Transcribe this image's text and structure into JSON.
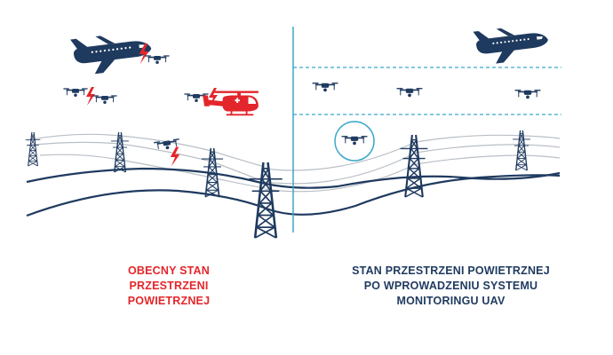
{
  "colors": {
    "navy": "#1f3a5f",
    "red": "#e3262b",
    "wire": "#b9bfc6",
    "teal": "#3ba7c9"
  },
  "icons": [
    "airplane-icon",
    "drone-icon",
    "helicopter-icon",
    "lightning-icon",
    "pylon-icon"
  ],
  "captions": {
    "left": {
      "line1": "OBECNY STAN",
      "line2": "PRZESTRZENI",
      "line3": "POWIETRZNEJ"
    },
    "right": {
      "line1": "STAN PRZESTRZENI POWIETRZNEJ",
      "line2": "PO WPROWADZENIU SYSTEMU",
      "line3": "MONITORINGU UAV"
    }
  }
}
